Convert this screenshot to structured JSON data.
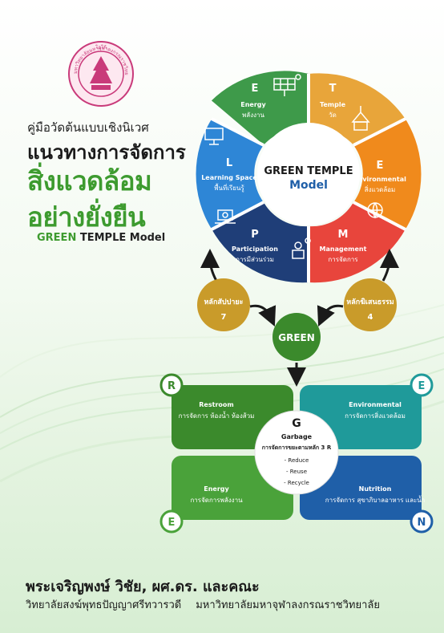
{
  "logo": {
    "text_top": "โลโก้",
    "text_ring": "มหาวิทยาลัยมหาจุฬาลงกรณราชวิทยาลัย"
  },
  "cover": {
    "subtitle": "คู่มือวัดต้นแบบเชิงนิเวศ",
    "title_line1": "แนวทางการจัดการ",
    "title_line2": "สิ่งแวดล้อม",
    "title_line3": "อย่างยั่งยืน",
    "model_green": "GREEN",
    "model_rest": "TEMPLE Model",
    "author": "พระเจริญพงษ์ วิชัย, ผศ.ดร. และคณะ",
    "institution_1": "วิทยาลัยสงฆ์พุทธปัญญาศรีทวารวดี",
    "institution_2": "มหาวิทยาลัยมหาจุฬาลงกรณราชวิทยาลัย"
  },
  "wheel": {
    "center_title": "GREEN TEMPLE",
    "center_sub": "Model",
    "segments": [
      {
        "letter": "E",
        "en": "Energy",
        "th": "พลังงาน",
        "color": "#3e9a4a"
      },
      {
        "letter": "T",
        "en": "Temple",
        "th": "วัด",
        "color": "#e8a53a"
      },
      {
        "letter": "E",
        "en": "Environmental",
        "th": "สิ่งแวดล้อม",
        "color": "#f08a1c"
      },
      {
        "letter": "M",
        "en": "Management",
        "th": "การจัดการ",
        "color": "#e8453c"
      },
      {
        "letter": "P",
        "en": "Participation",
        "th": "การมีส่วนร่วม",
        "color": "#1f3e78"
      },
      {
        "letter": "L",
        "en": "Learning Space",
        "th": "พื้นที่เรียนรู้",
        "color": "#2e86d6"
      }
    ]
  },
  "principles": {
    "left_line1": "หลักสัปปายะ",
    "left_line2": "7",
    "right_line1": "หลักฆิเสนธรรม",
    "right_line2": "4",
    "green": "GREEN"
  },
  "grid": {
    "tl": {
      "en": "Restroom",
      "th": "การจัดการ ห้องน้ำ ห้องส้วม",
      "badge": "R"
    },
    "tr": {
      "en": "Environmental",
      "th": "การจัดการสิ่งแวดล้อม",
      "badge": "E"
    },
    "bl": {
      "en": "Energy",
      "th": "การจัดการพลังงาน",
      "badge": "E"
    },
    "br": {
      "en": "Nutrition",
      "th": "การจัดการ สุขาภิบาลอาหาร และน้ำ",
      "badge": "N"
    },
    "center": {
      "letter": "G",
      "en": "Garbage",
      "th": "การจัดการขยะตามหลัก 3 R",
      "items": [
        "- Reduce",
        "- Reuse",
        "- Recycle"
      ]
    }
  }
}
